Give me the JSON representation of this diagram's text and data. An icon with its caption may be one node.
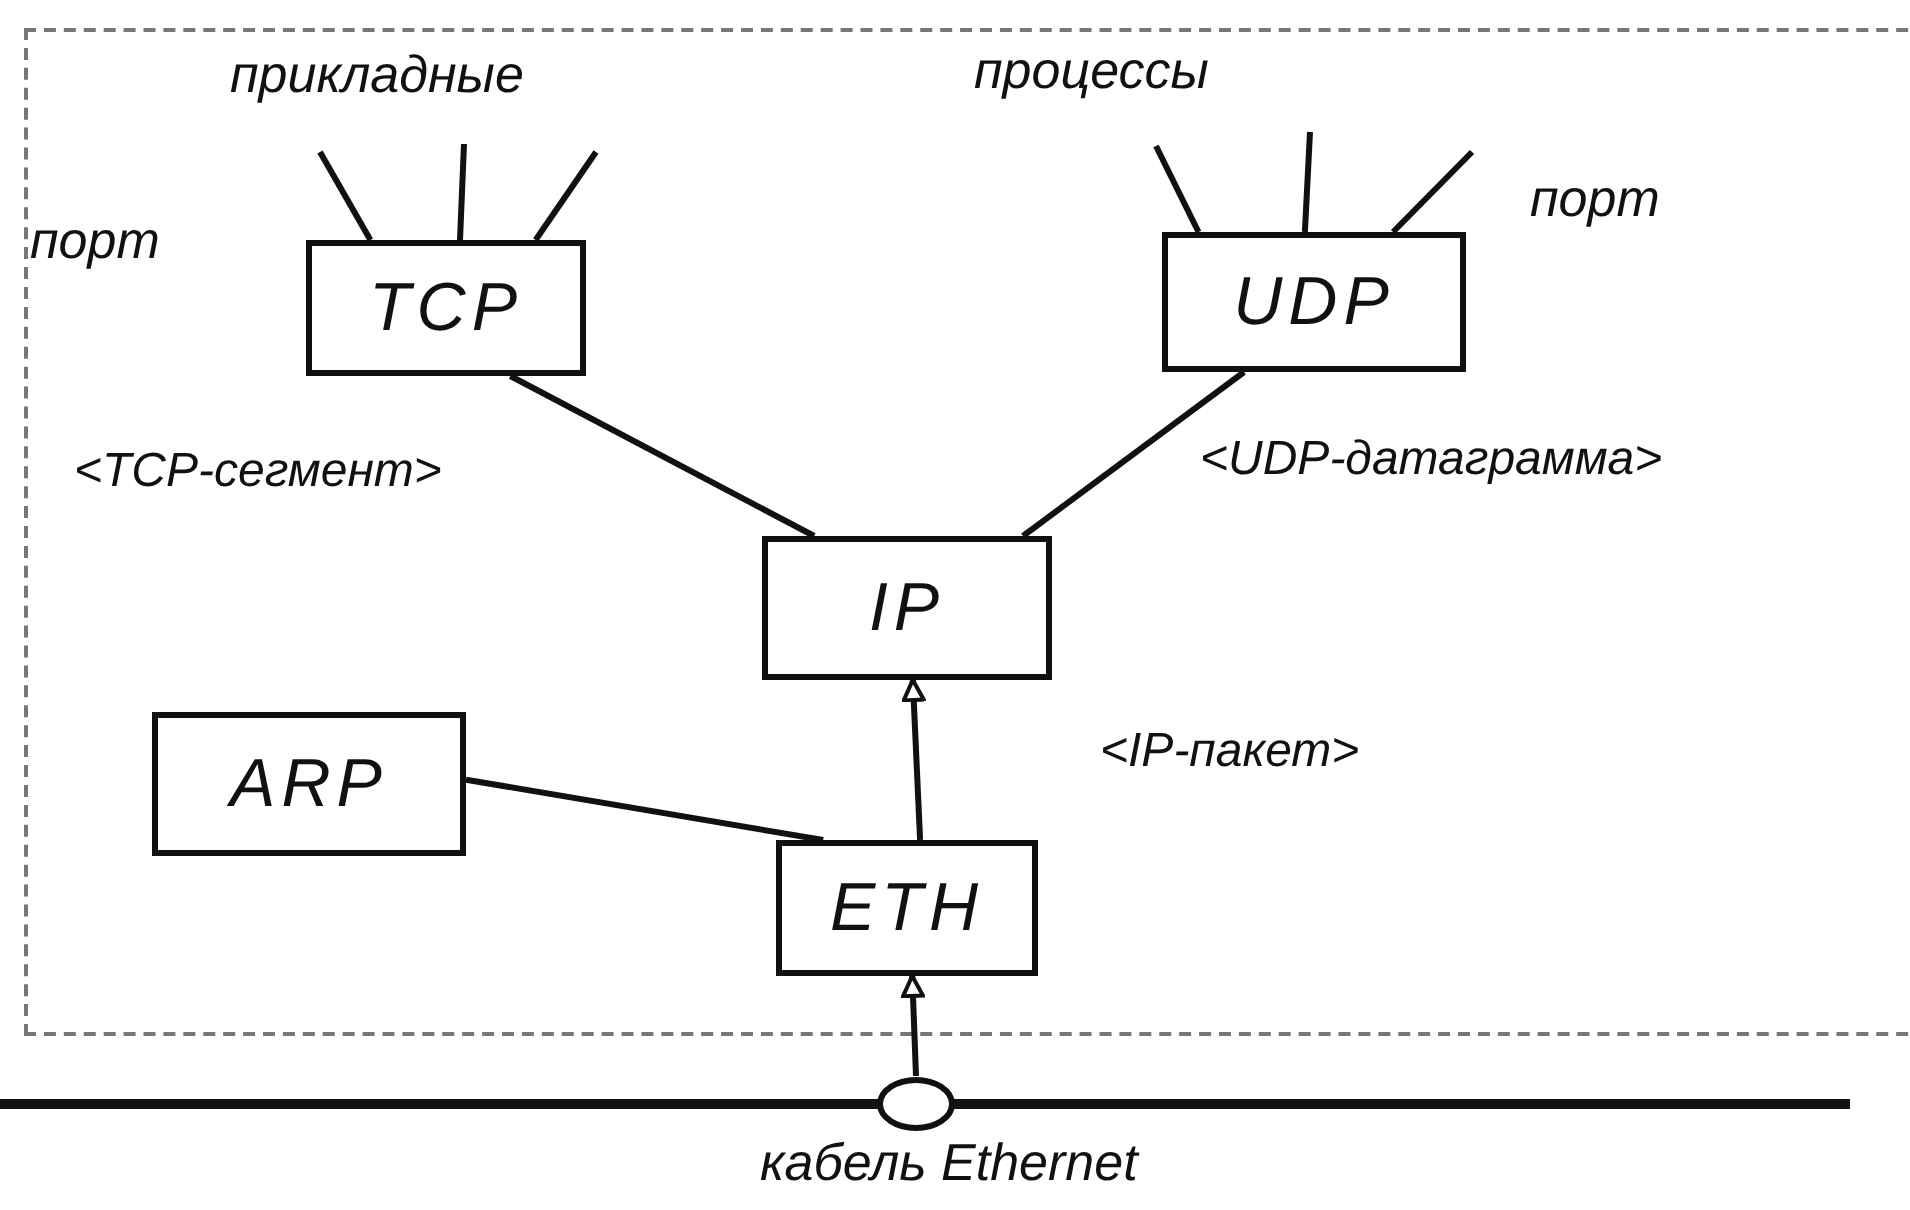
{
  "diagram": {
    "nodes": [
      {
        "text": [],
        "shape": "box"
      },
      {
        "text": [
          "TCP"
        ],
        "in": 0
      },
      {
        "text": [
          "UDP"
        ],
        "in": 0
      },
      {
        "text": [
          "IP"
        ],
        "in": 0
      },
      {
        "text": [
          "ARP"
        ],
        "in": 0
      },
      {
        "text": [
          "ETH"
        ],
        "in": 0
      },
      {
        "text": [
          "кабель Ethernet"
        ]
      },
      {
        "text": [],
        "shape": "circle"
      }
    ],
    "edges": [
      {
        "from": 1,
        "to": 3,
        "arrow": "none",
        "label": "<TCP-сегмент>"
      },
      {
        "from": 2,
        "to": 3,
        "arrow": "none",
        "label": "<UDP-датаграмма>"
      },
      {
        "from": 5,
        "to": 3,
        "arrow": "to",
        "label": "<IP-пакет>"
      },
      {
        "from": 4,
        "to": 5,
        "arrow": "none"
      },
      {
        "from": 7,
        "to": 5,
        "arrow": "to"
      },
      {
        "from": 1,
        "to": null,
        "arrow": "none"
      },
      {
        "from": 1,
        "to": null,
        "arrow": "none"
      },
      {
        "from": 1,
        "to": null,
        "arrow": "none"
      },
      {
        "from": 2,
        "to": null,
        "arrow": "none"
      },
      {
        "from": 2,
        "to": null,
        "arrow": "none"
      },
      {
        "from": 2,
        "to": null,
        "arrow": "none"
      }
    ],
    "labels": [
      "прикладные",
      "процессы",
      "порт",
      "порт"
    ]
  }
}
